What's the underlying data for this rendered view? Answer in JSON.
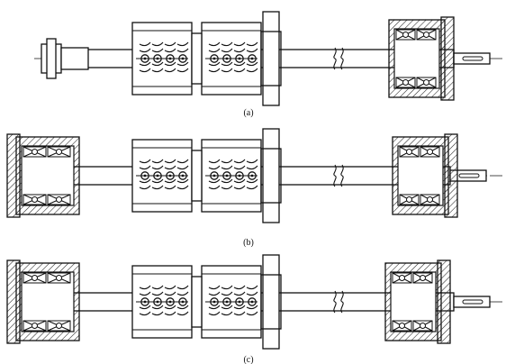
{
  "figure": {
    "panels": [
      {
        "id": "a",
        "label": "(a)"
      },
      {
        "id": "b",
        "label": "(b)"
      },
      {
        "id": "c",
        "label": "(c)"
      }
    ]
  },
  "colors": {
    "ink": "#111111",
    "paper": "#ffffff",
    "hatch": "#222222"
  }
}
